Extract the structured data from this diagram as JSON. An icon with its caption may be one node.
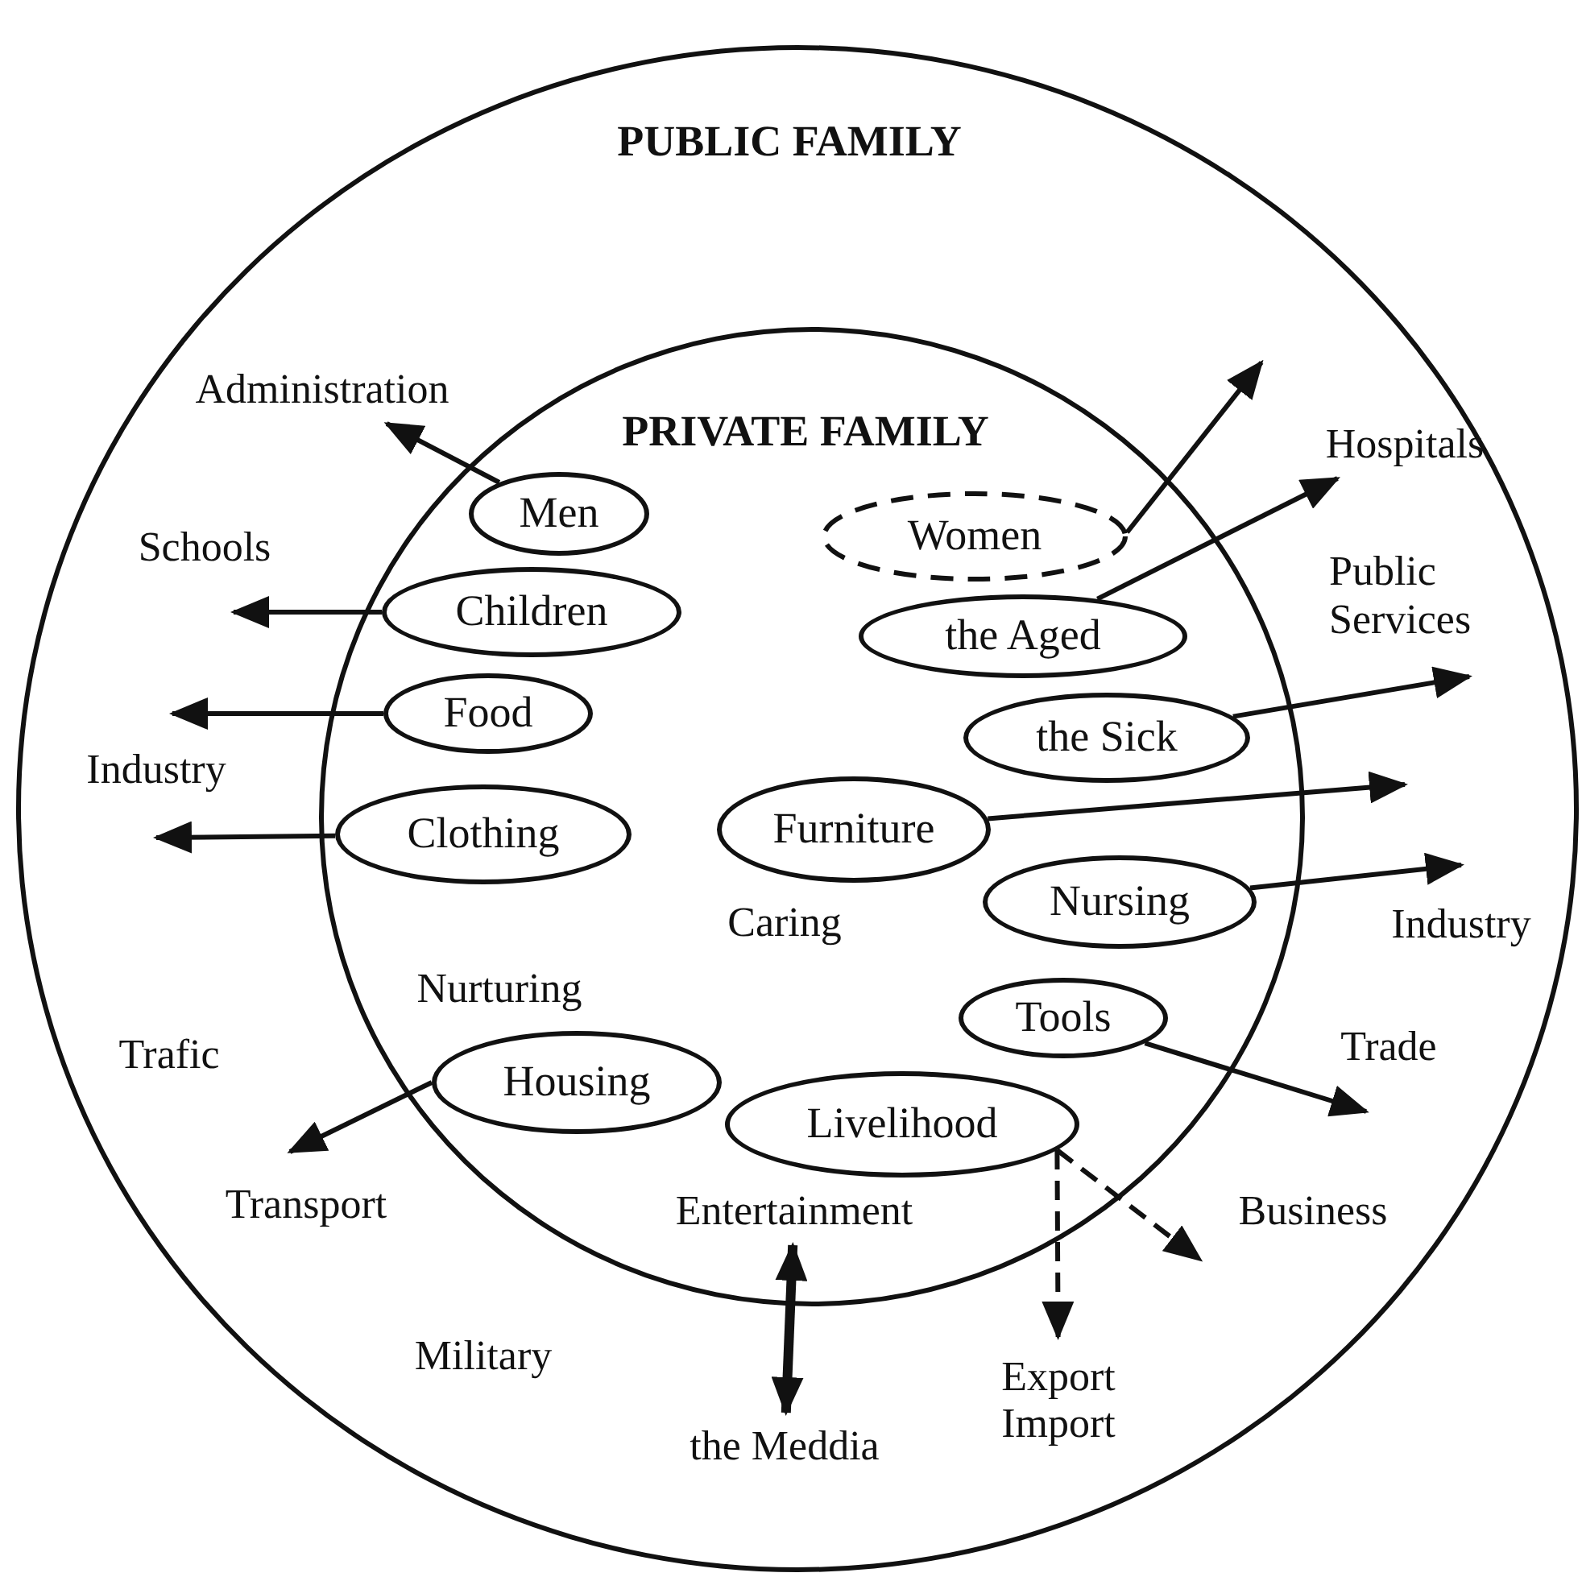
{
  "diagram": {
    "nodes": [
      {
        "text": [
          "PUBLIC FAMILY"
        ]
      },
      {
        "text": [
          "PRIVATE FAMILY"
        ],
        "in": 0
      },
      {
        "text": [
          "Men"
        ],
        "in": 1
      },
      {
        "text": [
          "Women"
        ],
        "in": 1
      },
      {
        "text": [
          "Children"
        ],
        "in": 1
      },
      {
        "text": [
          "the Aged"
        ],
        "in": 1
      },
      {
        "text": [
          "Food"
        ],
        "in": 1
      },
      {
        "text": [
          "the Sick"
        ],
        "in": 1
      },
      {
        "text": [
          "Clothing"
        ],
        "in": 1
      },
      {
        "text": [
          "Furniture"
        ],
        "in": 1
      },
      {
        "text": [
          "Nursing"
        ],
        "in": 1
      },
      {
        "text": [
          "Tools"
        ],
        "in": 1
      },
      {
        "text": [
          "Housing"
        ],
        "in": 1
      },
      {
        "text": [
          "Livelihood"
        ],
        "in": 1
      },
      {
        "text": [
          "Entertainment"
        ],
        "in": 1
      },
      {
        "text": [
          "the Meddia"
        ],
        "in": 0
      },
      {
        "text": [
          "Export Import"
        ],
        "in": 0
      },
      {
        "text": [
          "Administration"
        ],
        "in": 0
      },
      {
        "text": [
          "Hospitals"
        ],
        "in": 0
      }
    ],
    "edges": [
      {
        "from": 2,
        "to": 17,
        "arrow": "to"
      },
      {
        "from": 3,
        "to": null,
        "arrow": "to"
      },
      {
        "from": 4,
        "to": null,
        "arrow": "to"
      },
      {
        "from": 5,
        "to": 18,
        "arrow": "to"
      },
      {
        "from": 6,
        "to": null,
        "arrow": "to"
      },
      {
        "from": 7,
        "to": null,
        "arrow": "to"
      },
      {
        "from": 8,
        "to": null,
        "arrow": "to"
      },
      {
        "from": 9,
        "to": null,
        "arrow": "to"
      },
      {
        "from": 10,
        "to": null,
        "arrow": "to"
      },
      {
        "from": 11,
        "to": null,
        "arrow": "to"
      },
      {
        "from": 12,
        "to": null,
        "arrow": "to"
      },
      {
        "from": 13,
        "to": 16,
        "arrow": "to",
        "style": "dashed"
      },
      {
        "from": 13,
        "to": null,
        "arrow": "to",
        "style": "dashed"
      },
      {
        "from": 14,
        "to": 15,
        "arrow": "both",
        "style": "thick"
      }
    ],
    "labels": [
      "Schools",
      "Public Services",
      "Industry",
      "Industry",
      "Caring",
      "Nurturing",
      "Trafic",
      "Trade",
      "Transport",
      "Business",
      "Military"
    ]
  }
}
